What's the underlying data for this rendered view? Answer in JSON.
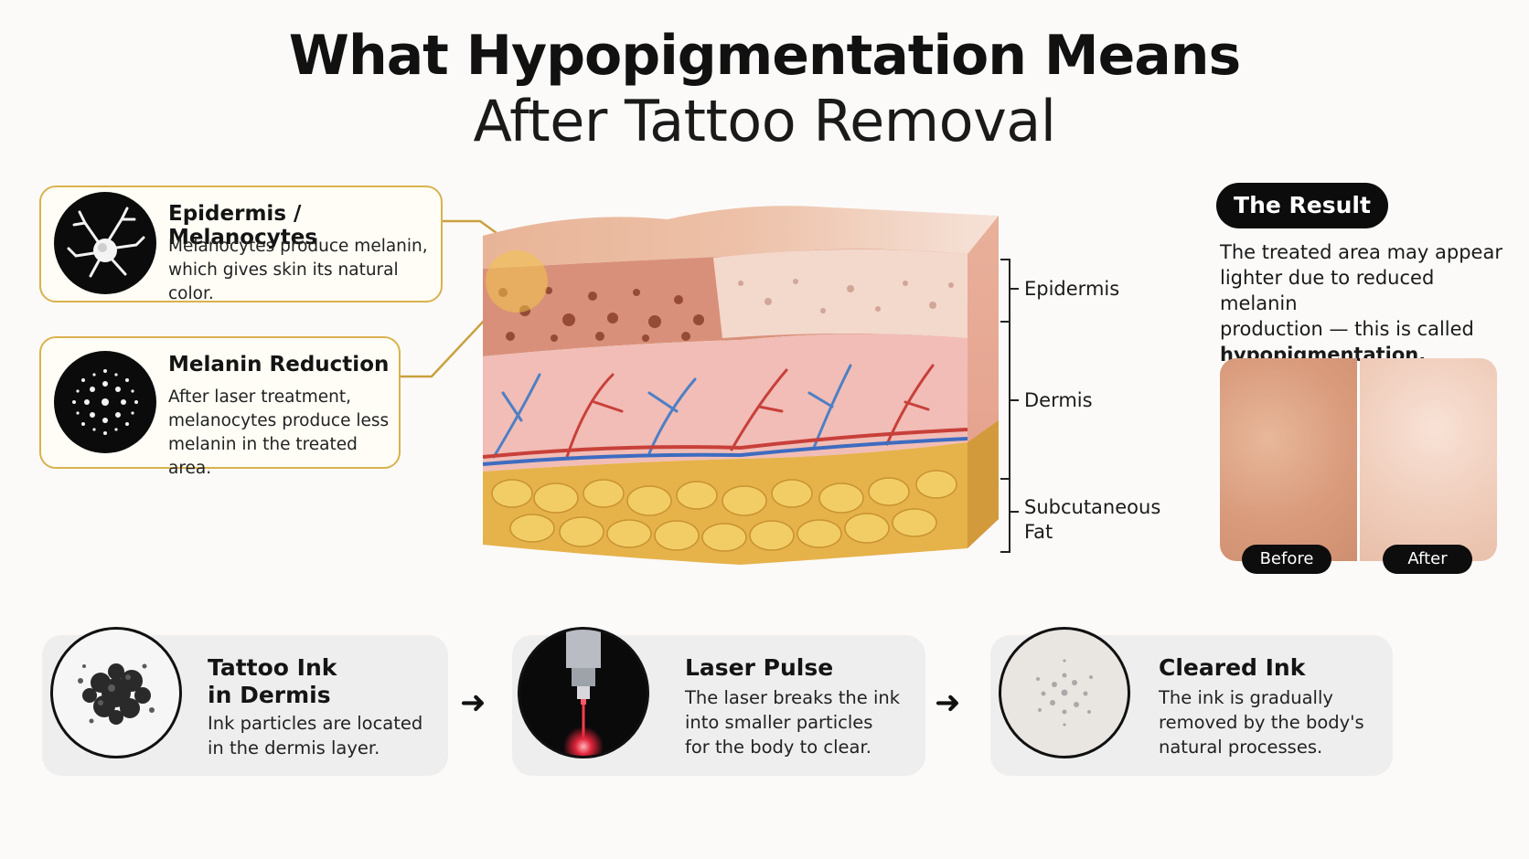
{
  "header": {
    "title": "What Hypopigmentation Means",
    "subtitle": "After Tattoo Removal"
  },
  "callouts": [
    {
      "title": "Epidermis / Melanocytes",
      "text_lines": [
        "Melanocytes produce melanin,",
        "which gives skin its natural color."
      ],
      "icon": "melanocyte-icon"
    },
    {
      "title": "Melanin Reduction",
      "text_lines": [
        "After laser treatment,",
        "melanocytes produce less",
        "melanin in the treated area."
      ],
      "icon": "melanin-dots-icon"
    }
  ],
  "layers": {
    "epidermis": "Epidermis",
    "dermis": "Dermis",
    "subcutaneous_line1": "Subcutaneous",
    "subcutaneous_line2": "Fat"
  },
  "result": {
    "badge": "The Result",
    "text_lines": [
      "The treated area may appear",
      "lighter due to reduced melanin",
      "production — this is called"
    ],
    "bold_term": "hypopigmentation.",
    "before_label": "Before",
    "after_label": "After"
  },
  "steps": [
    {
      "title_lines": [
        "Tattoo Ink",
        "in Dermis"
      ],
      "text_lines": [
        "Ink particles are located",
        "in the dermis layer."
      ],
      "icon": "ink-cluster-icon"
    },
    {
      "title_lines": [
        "Laser Pulse"
      ],
      "text_lines": [
        "The laser breaks the ink",
        "into smaller particles",
        "for the body to clear."
      ],
      "icon": "laser-icon"
    },
    {
      "title_lines": [
        "Cleared Ink"
      ],
      "text_lines": [
        "The ink is gradually",
        "removed by the body's",
        "natural processes."
      ],
      "icon": "cleared-particles-icon"
    }
  ],
  "colors": {
    "accent_gold": "#d9b24e",
    "dark": "#0c0c0c",
    "card_gray": "#eeeeee"
  }
}
